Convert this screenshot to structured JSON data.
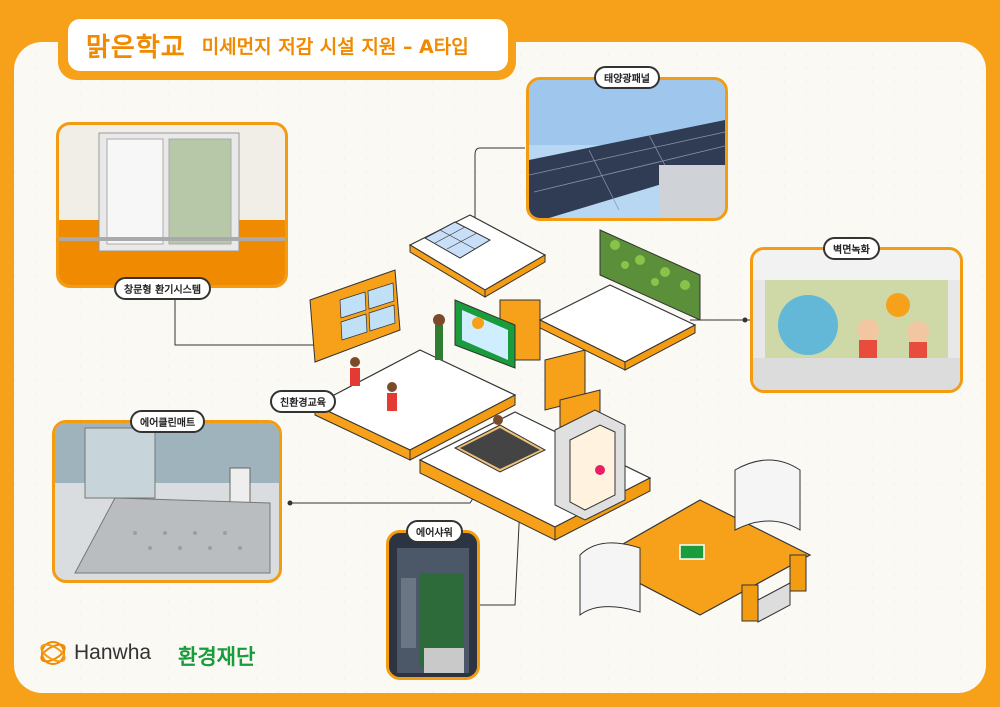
{
  "header": {
    "logo": "맑은학교",
    "title": "미세먼지 저감 시설 지원 – A타입"
  },
  "labels": {
    "solar": "태양광패널",
    "window_vent": "창문형 환기시스템",
    "green_wall": "벽면녹화",
    "eco_edu": "친환경교육",
    "air_mat": "에어클린매트",
    "air_shower": "에어샤워"
  },
  "footer": {
    "brand": "Hanwha",
    "foundation": "환경재단"
  },
  "colors": {
    "accent": "#f7a11a",
    "board": "#fbf9f4",
    "green": "#1a9b3c"
  }
}
